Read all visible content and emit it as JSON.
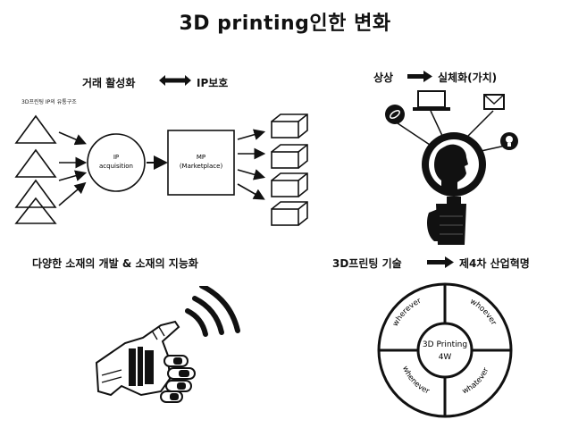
{
  "title": "3D printing인한 변화",
  "q1": {
    "left_label": "거래 활성화",
    "right_label": "IP보호",
    "subtitle": "3D프린팅 IP의 유통구조",
    "ip_line1": "IP",
    "ip_line2": "acquisition",
    "mp_line1": "MP",
    "mp_line2": "(Marketplace)"
  },
  "q2": {
    "left_label": "상상",
    "right_label": "실체화(가치)"
  },
  "q3": {
    "heading": "다양한 소재의 개발 & 소재의 지능화"
  },
  "q4": {
    "left_label": "3D프린팅 기술",
    "right_label": "제4차 산업혁명",
    "center_line1": "3D Printing",
    "center_line2": "4W",
    "segments": [
      "wherever",
      "whoever",
      "whenever",
      "whatever"
    ]
  }
}
